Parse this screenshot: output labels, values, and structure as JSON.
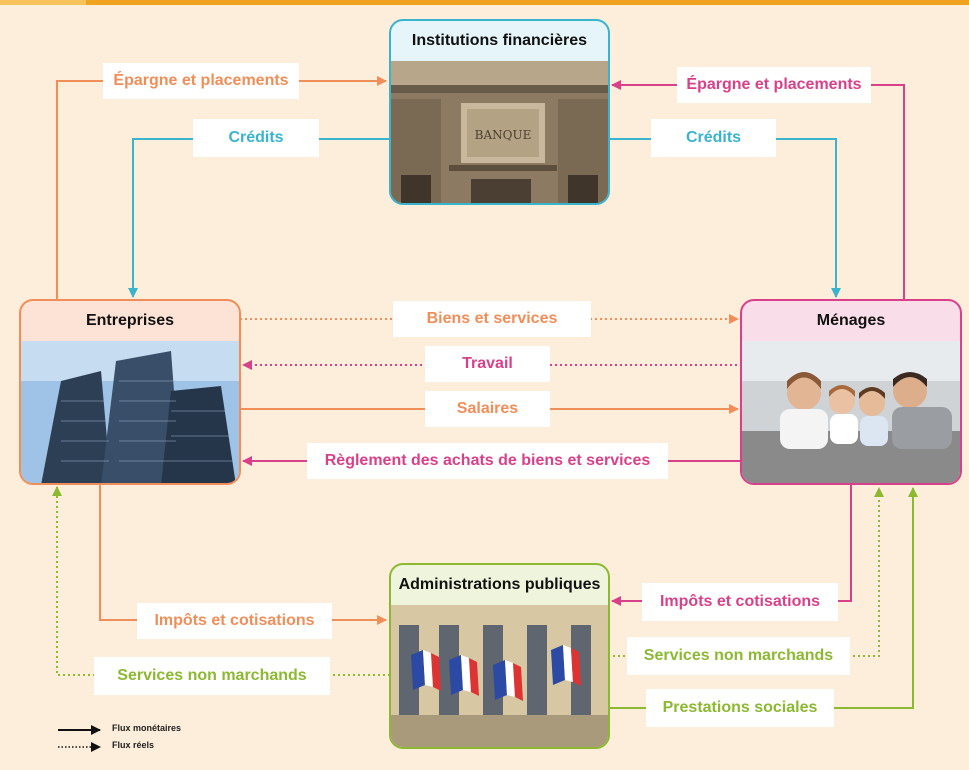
{
  "sectors": {
    "institutions": "Institutions financières",
    "entreprises": "Entreprises",
    "menages": "Ménages",
    "administrations": "Administrations publiques"
  },
  "flows": {
    "epargne_left": "Épargne et placements",
    "credits_left": "Crédits",
    "epargne_right": "Épargne et placements",
    "credits_right": "Crédits",
    "biens_services": "Biens et services",
    "travail": "Travail",
    "salaires": "Salaires",
    "reglement": "Règlement des achats de biens et services",
    "impots_left": "Impôts et cotisations",
    "services_nm_left": "Services non marchands",
    "impots_right": "Impôts et cotisations",
    "services_nm_right": "Services non marchands",
    "prestations": "Prestations sociales"
  },
  "photo_text": {
    "banque_sign": "BANQUE"
  },
  "legend": {
    "monetaires": "Flux monétaires",
    "reels": "Flux réels"
  },
  "colors": {
    "background": "#fdeedb",
    "orange": "#f08e5a",
    "teal": "#3ab3cc",
    "pink": "#d8418a",
    "green": "#8cb832",
    "top_bar": "#f0a321"
  }
}
